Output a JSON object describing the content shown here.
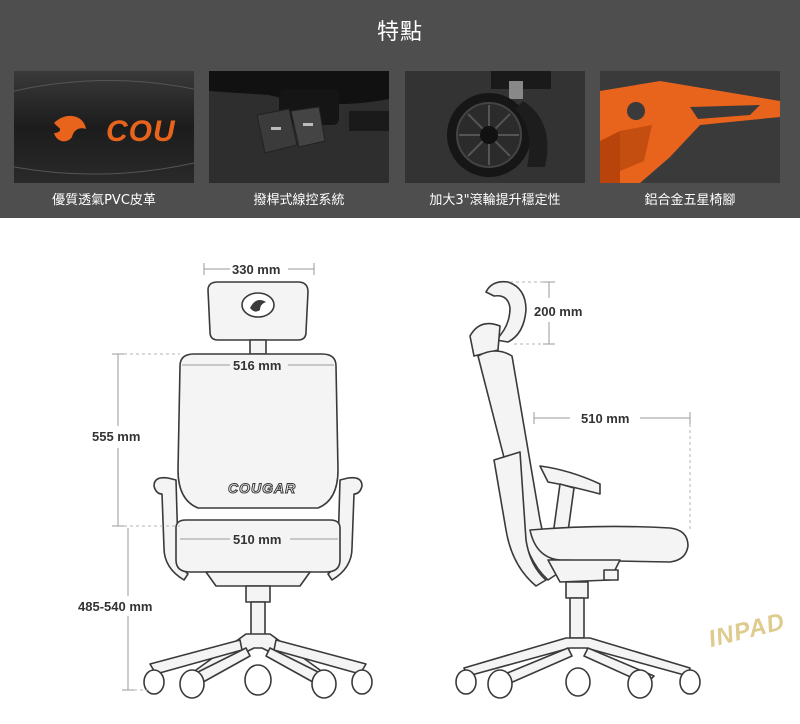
{
  "header": {
    "title": "特點"
  },
  "features": [
    {
      "caption": "優質透氣PVC皮革",
      "tile_text": "COU",
      "icon": "pvc-leather-image"
    },
    {
      "caption": "撥桿式線控系統",
      "icon": "lever-control-image"
    },
    {
      "caption": "加大3\"滾輪提升穩定性",
      "icon": "caster-wheel-image"
    },
    {
      "caption": "鋁合金五星椅腳",
      "icon": "aluminum-base-image"
    }
  ],
  "dimensions": {
    "headrest_width": "330 mm",
    "backrest_width": "516 mm",
    "back_height": "555 mm",
    "seat_width": "510 mm",
    "seat_height": "485-540 mm",
    "headrest_height": "200 mm",
    "seat_depth": "510 mm"
  },
  "seat_brand": "COUGAR",
  "watermark": "INPAD",
  "colors": {
    "header_bg": "#4e4e4e",
    "accent_orange": "#e8631c",
    "line_dark": "#3a3a3a",
    "dim_line": "#9a9a9a",
    "chair_fill": "#f4f4f4",
    "watermark_gold": "#d9c27a"
  }
}
